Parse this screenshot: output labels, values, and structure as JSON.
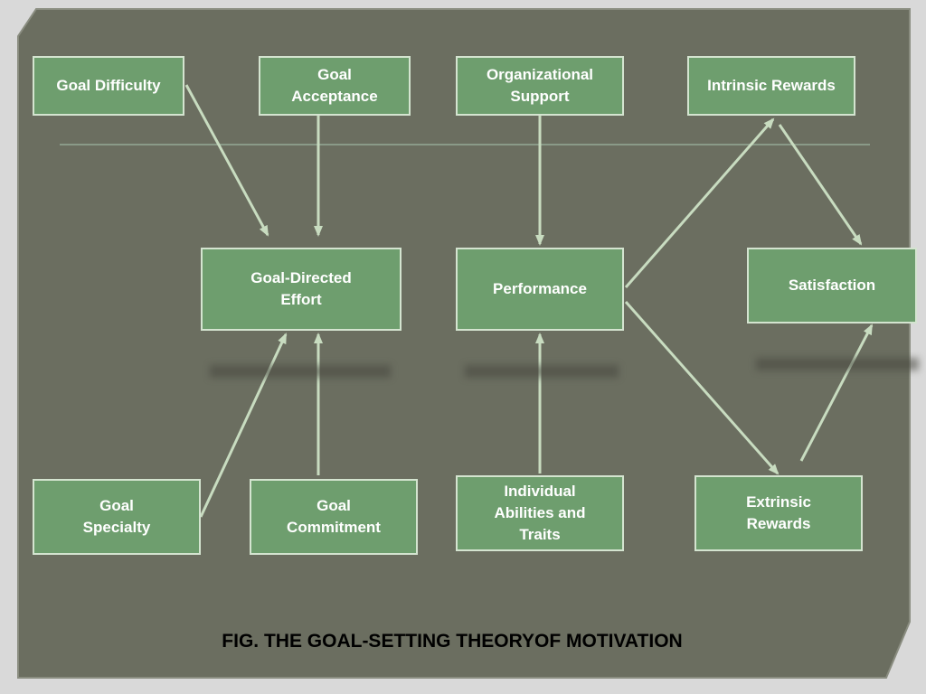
{
  "colors": {
    "background": "#6b6e60",
    "box_fill": "#6e9e6e",
    "box_border": "#d4e4d0",
    "arrow": "#c8dcc0"
  },
  "boxes": {
    "goal_difficulty": "Goal Difficulty",
    "goal_acceptance": "Goal\nAcceptance",
    "organizational_support": "Organizational\nSupport",
    "intrinsic_rewards": "Intrinsic Rewards",
    "goal_directed_effort": "Goal-Directed\nEffort",
    "performance": "Performance",
    "satisfaction": "Satisfaction",
    "goal_specialty": "Goal\nSpecialty",
    "goal_commitment": "Goal\nCommitment",
    "individual_abilities": "Individual\nAbilities and\nTraits",
    "extrinsic_rewards": "Extrinsic\nRewards"
  },
  "caption": "FIG. THE GOAL-SETTING THEORYOF MOTIVATION"
}
